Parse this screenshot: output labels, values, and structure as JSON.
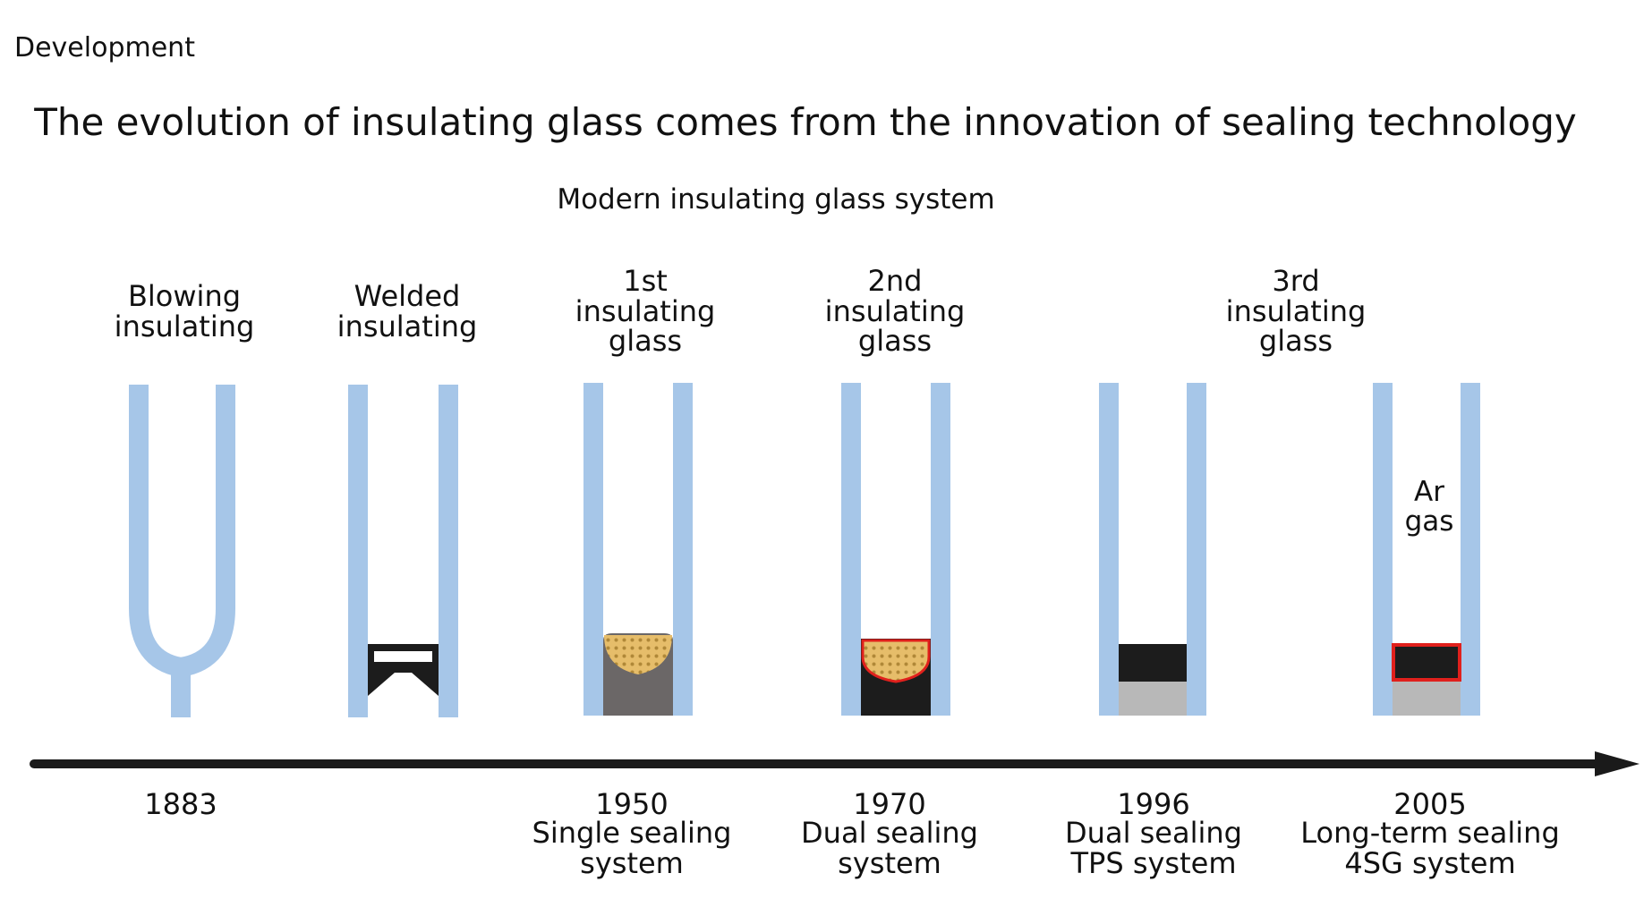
{
  "header": {
    "section": "Development",
    "title": "The evolution of insulating glass comes from the innovation of sealing technology",
    "subtitle": "Modern insulating glass system"
  },
  "stages": [
    {
      "label": "Blowing\ninsulating",
      "year": "1883",
      "system": ""
    },
    {
      "label": "Welded\ninsulating",
      "year": "",
      "system": ""
    },
    {
      "label": "1st\ninsulating\nglass",
      "year": "1950",
      "system": "Single sealing\nsystem"
    },
    {
      "label": "2nd\ninsulating\nglass",
      "year": "1970",
      "system": "Dual sealing\nsystem"
    },
    {
      "label": "",
      "year": "1996",
      "system": "Dual sealing\nTPS system"
    },
    {
      "label": "3rd\ninsulating\nglass",
      "year": "2005",
      "system": "Long-term sealing\n4SG system"
    }
  ],
  "gas_label": "Ar\ngas",
  "colors": {
    "glass": "#a6c6e8",
    "timeline": "#1a1a1a",
    "desiccant": "#e6bd6a",
    "desiccant_dots": "#b08838",
    "primary_seal": "#6b6767",
    "secondary_seal": "#1c1c1c",
    "tps_base": "#b8b8b8",
    "red_seal": "#e0201c"
  }
}
